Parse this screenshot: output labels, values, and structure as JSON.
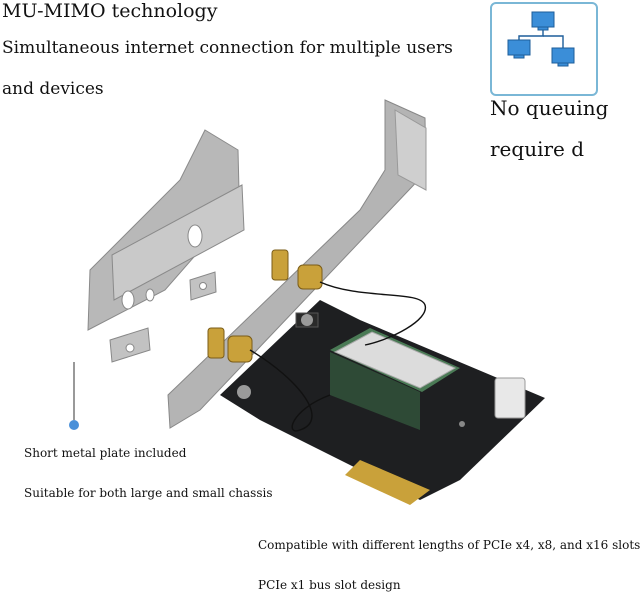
{
  "headline": "MU-MIMO technology",
  "subline_1": "Simultaneous internet connection for multiple users",
  "subline_2": "and devices",
  "queue_1": "No queuing",
  "queue_2": "require d",
  "note_plate": "Short metal plate included",
  "note_chassis": "Suitable for both large and small chassis",
  "note_compat": "Compatible with different lengths of PCIe x4, x8, and x16 slots",
  "note_bus": "PCIe x1 bus slot design",
  "colors": {
    "accent": "#7ab7d6",
    "pcb": "#1e1f21",
    "gold": "#c9a13a",
    "module": "#4a7a55"
  }
}
